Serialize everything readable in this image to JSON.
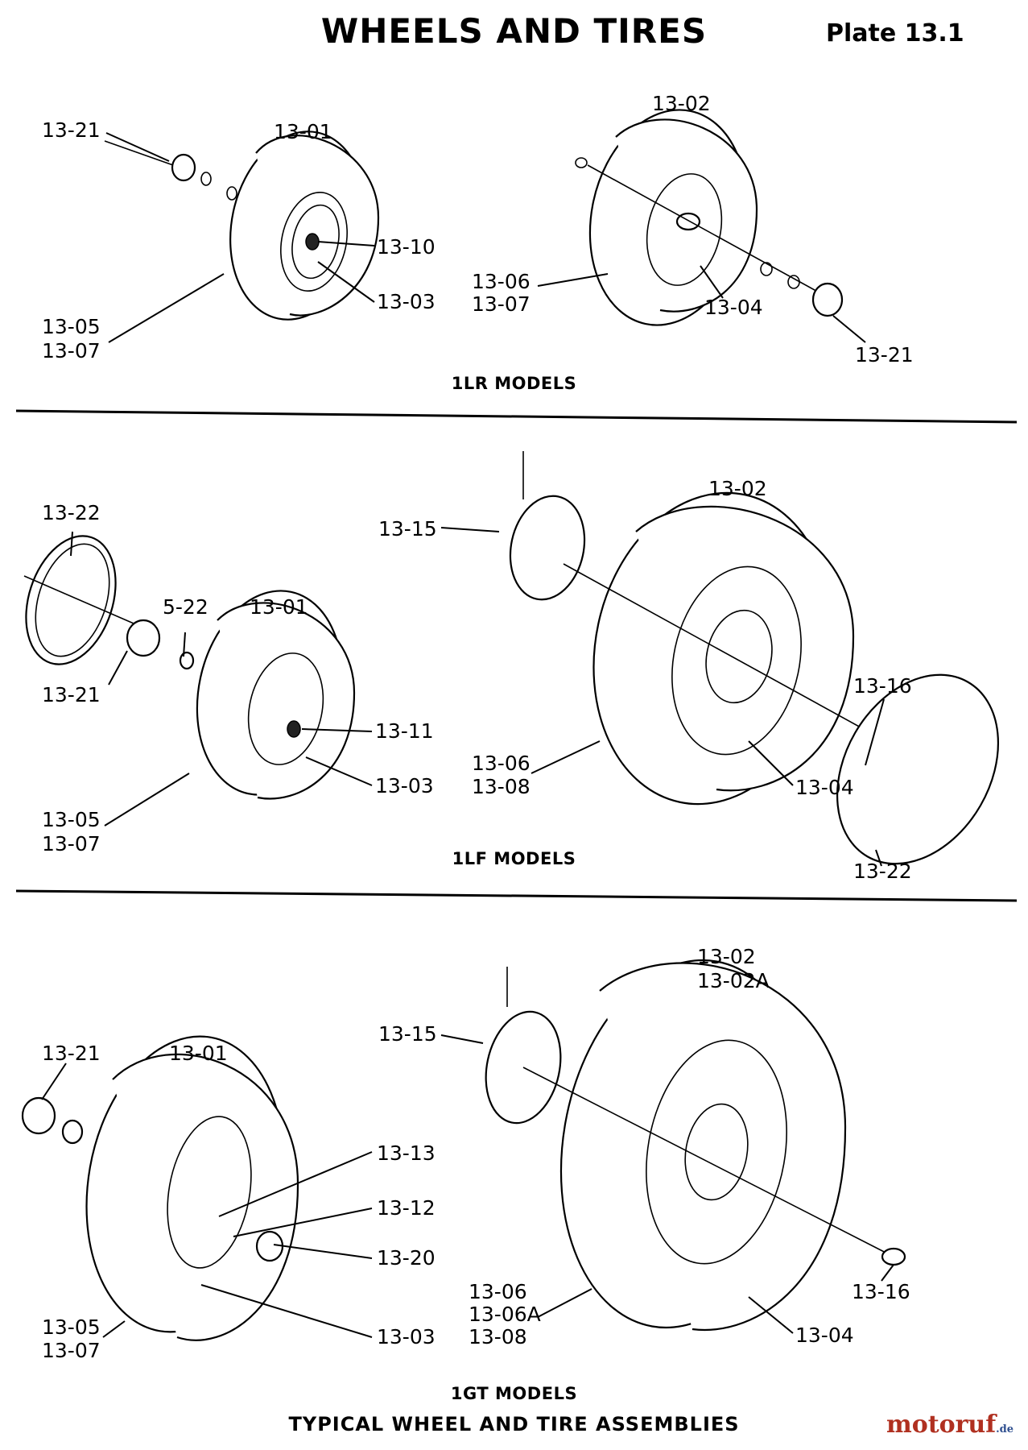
{
  "header": {
    "title": "WHEELS AND TIRES",
    "plate": "Plate 13.1"
  },
  "sections": [
    {
      "name": "1LR MODELS"
    },
    {
      "name": "1LF MODELS"
    },
    {
      "name": "1GT MODELS"
    }
  ],
  "caption": "TYPICAL WHEEL AND TIRE ASSEMBLIES",
  "watermark": {
    "brand": "motoruf",
    "suffix": ".de"
  },
  "callouts": {
    "lr": [
      "13-21",
      "13-01",
      "13-10",
      "13-03",
      "13-05",
      "13-07",
      "13-02",
      "13-06",
      "13-07",
      "13-04",
      "13-21"
    ],
    "lf": [
      "13-22",
      "5-22",
      "13-01",
      "13-21",
      "13-11",
      "13-03",
      "13-05",
      "13-07",
      "13-15",
      "13-02",
      "13-16",
      "13-06",
      "13-08",
      "13-04",
      "13-22"
    ],
    "gt": [
      "13-21",
      "13-01",
      "13-13",
      "13-12",
      "13-20",
      "13-03",
      "13-05",
      "13-07",
      "13-02",
      "13-02A",
      "13-15",
      "13-06",
      "13-06A",
      "13-08",
      "13-16",
      "13-04"
    ]
  }
}
